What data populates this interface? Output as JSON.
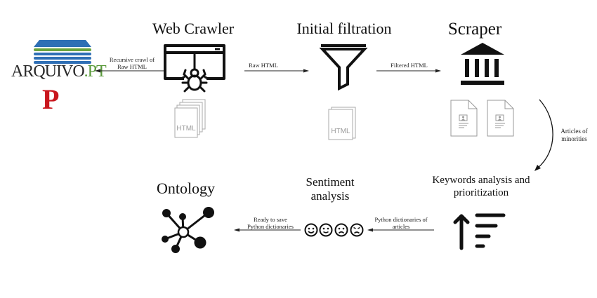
{
  "nodes": {
    "web_crawler": {
      "title": "Web Crawler",
      "icon": "spider-browser-icon"
    },
    "initial_filtration": {
      "title": "Initial filtration",
      "icon": "funnel-icon"
    },
    "scraper": {
      "title": "Scraper",
      "icon": "institution-icon"
    },
    "keywords": {
      "title_line1": "Keywords analysis and",
      "title_line2": "prioritization",
      "icon": "sort-ascending-icon"
    },
    "sentiment": {
      "title_line1": "Sentiment",
      "title_line2": "analysis",
      "icon": "emoji-faces-icon"
    },
    "ontology": {
      "title": "Ontology",
      "icon": "network-graph-icon"
    }
  },
  "sources": {
    "arquivo_main": "ARQUIVO",
    "arquivo_suffix": ".PT",
    "publico_letter": "P"
  },
  "edges": {
    "crawl": {
      "line1": "Recursive crawl of",
      "line2": "Raw HTML"
    },
    "raw": {
      "line1": "Raw HTML"
    },
    "filtered": {
      "line1": "Filtered HTML"
    },
    "articles": {
      "line1": "Articles of",
      "line2": "minorities"
    },
    "dicts": {
      "line1": "Python dictionaries of",
      "line2": "articles"
    },
    "ready": {
      "line1": "Ready to save",
      "line2": "Python dictionaries"
    }
  },
  "documents": {
    "crawler_docs": "HTML",
    "filter_docs": "HTML"
  },
  "colors": {
    "arquivo_blue": "#2f6fb5",
    "arquivo_green": "#6aa33f",
    "publico_red": "#c9161d",
    "doc_gray": "#9a9a9a"
  }
}
